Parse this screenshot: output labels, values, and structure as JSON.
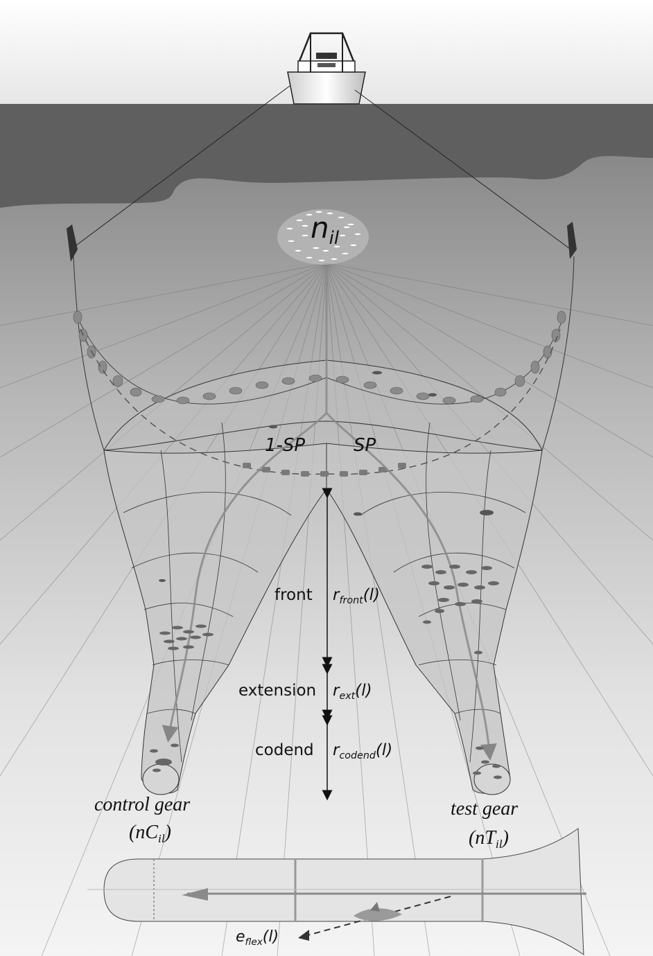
{
  "labels": {
    "n": "n",
    "n_sub": "il",
    "one_minus_sp": "1-SP",
    "sp": "SP",
    "front": "front",
    "r_front": "r",
    "r_front_sub": "front",
    "r_front_arg": "(l)",
    "extension": "extension",
    "r_ext": "r",
    "r_ext_sub": "ext",
    "r_ext_arg": "(l)",
    "codend": "codend",
    "r_codend": "r",
    "r_codend_sub": "codend",
    "r_codend_arg": "(l)",
    "control_gear": "control gear",
    "control_count_open": "(nC",
    "control_count_sub": "il",
    "control_count_close": ")",
    "test_gear": "test gear",
    "test_count_open": "(nT",
    "test_count_sub": "il",
    "test_count_close": ")",
    "e_flex": "e",
    "e_flex_sub": "flex",
    "e_flex_arg": "(l)"
  },
  "colors": {
    "sky": "#f2f2f2",
    "sea": "#5f5f5f",
    "net_fill": "#c9c9c9",
    "net_line": "#333333",
    "float": "#7a7a7a",
    "fish": "#555555",
    "flow_arrow": "#8a8a8a"
  },
  "icons": [
    "boat-icon",
    "otter-board-icon",
    "fish-school-icon",
    "fish-icon"
  ]
}
